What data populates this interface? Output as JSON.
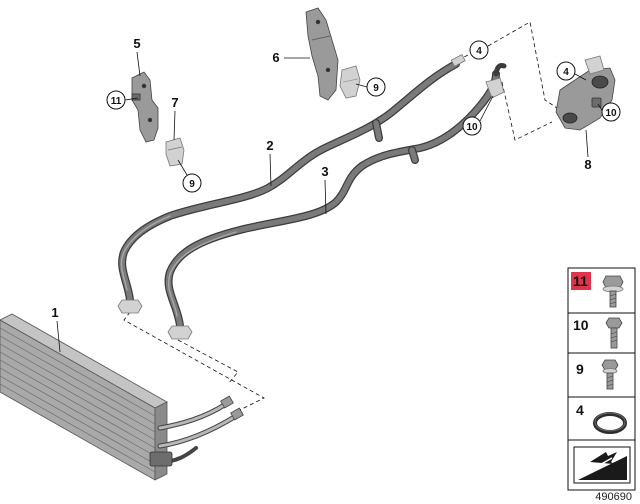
{
  "callouts": {
    "p1": "1",
    "p2": "2",
    "p3": "3",
    "p4a": "4",
    "p4b": "4",
    "p5": "5",
    "p6": "6",
    "p7": "7",
    "p8": "8",
    "p9a": "9",
    "p9b": "9",
    "p10a": "10",
    "p10b": "10",
    "p11": "11"
  },
  "legend": [
    {
      "label": "11",
      "highlighted": true,
      "icon": "flange-bolt-icon"
    },
    {
      "label": "10",
      "highlighted": false,
      "icon": "bolt-icon"
    },
    {
      "label": "9",
      "highlighted": false,
      "icon": "bolt-icon"
    },
    {
      "label": "4",
      "highlighted": false,
      "icon": "o-ring-icon"
    },
    {
      "icon": "vehicle-ramp-icon"
    }
  ],
  "diagram_number": "490690",
  "colors": {
    "highlight": "#e0344c",
    "hose": "#7a7a7a",
    "part": "#9a9a9a"
  }
}
